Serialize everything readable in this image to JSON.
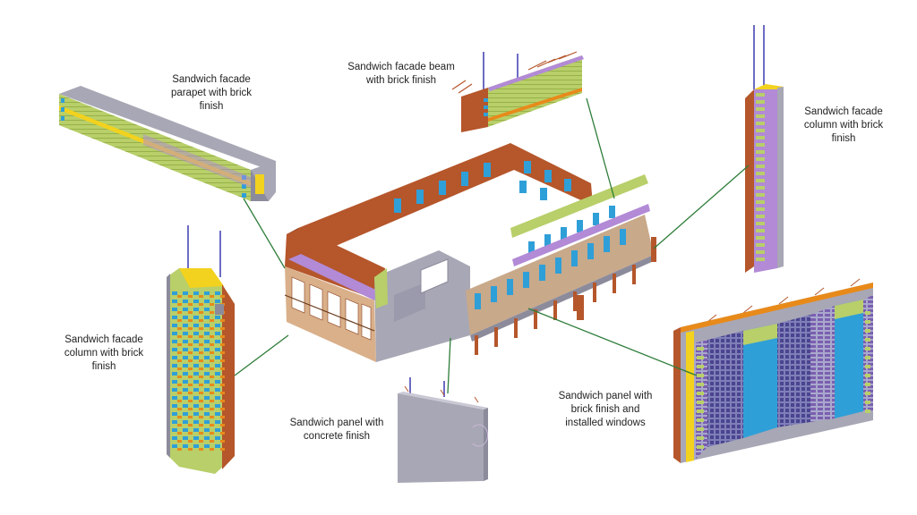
{
  "labels": {
    "parapet": "Sandwich facade\nparapet with brick\nfinish",
    "beam": "Sandwich facade beam\nwith brick finish",
    "column_right": "Sandwich facade\ncolumn with brick\nfinish",
    "column_left": "Sandwich facade\ncolumn with brick\nfinish",
    "panel_concrete": "Sandwich panel with\nconcrete finish",
    "panel_windows": "Sandwich panel with\nbrick finish and\ninstalled windows"
  },
  "colors": {
    "leader": "#2e7d3a",
    "brick": "#b5562b",
    "brick_dark": "#8a3f1d",
    "insulation": "#b8cf6a",
    "concrete": "#a8a7b5",
    "concrete_dark": "#8c8b9b",
    "purple": "#b28ad6",
    "blue": "#2f9fd8",
    "yellow": "#f2d21e",
    "orange": "#e88a1a",
    "rebar": "#3a3ab0"
  }
}
